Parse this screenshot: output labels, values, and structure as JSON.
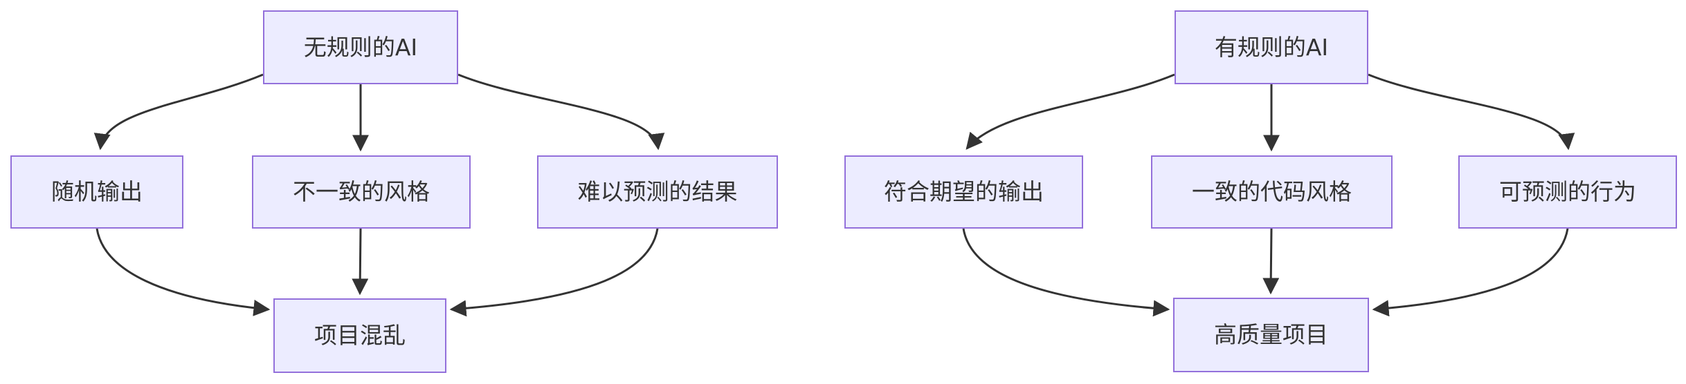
{
  "diagram": {
    "type": "flowchart",
    "direction": "top-down",
    "charts": [
      {
        "id": "ai-without-rules",
        "root": "无规则的AI",
        "causes": [
          "随机输出",
          "不一致的风格",
          "难以预测的结果"
        ],
        "outcome": "项目混乱"
      },
      {
        "id": "ai-with-rules",
        "root": "有规则的AI",
        "causes": [
          "符合期望的输出",
          "一致的代码风格",
          "可预测的行为"
        ],
        "outcome": "高质量项目"
      }
    ],
    "colors": {
      "node_fill": "#ECECFF",
      "node_border": "#9370DB",
      "edge_stroke": "#333333",
      "label_text": "#333333",
      "background": "#FFFFFF"
    }
  }
}
